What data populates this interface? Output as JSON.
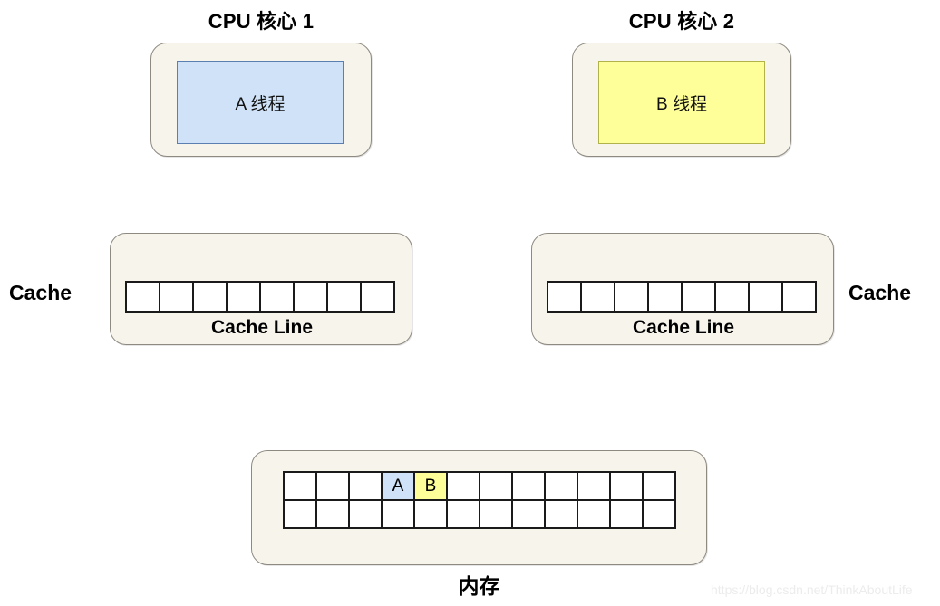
{
  "diagram": {
    "title": "CPU cache false sharing diagram",
    "background": "#ffffff"
  },
  "cores": [
    {
      "title": "CPU 核心 1",
      "thread_label": "A 线程",
      "thread_color": "#cfe2f7",
      "shell_color": "#f7f4ec"
    },
    {
      "title": "CPU 核心 2",
      "thread_label": "B 线程",
      "thread_color": "#ffff99",
      "shell_color": "#f7f4ec"
    }
  ],
  "caches": [
    {
      "side_label": "Cache",
      "line_label": "Cache Line",
      "cell_count": 8,
      "cells": [
        "",
        "",
        "",
        "",
        "",
        "",
        "",
        ""
      ]
    },
    {
      "side_label": "Cache",
      "line_label": "Cache Line",
      "cell_count": 8,
      "cells": [
        "",
        "",
        "",
        "",
        "",
        "",
        "",
        ""
      ]
    }
  ],
  "memory": {
    "label": "内存",
    "columns": 12,
    "rows": 2,
    "grid": [
      [
        "",
        "",
        "",
        "A",
        "B",
        "",
        "",
        "",
        "",
        "",
        "",
        ""
      ],
      [
        "",
        "",
        "",
        "",
        "",
        "",
        "",
        "",
        "",
        "",
        "",
        ""
      ]
    ],
    "highlights": {
      "A": {
        "color": "#cfe2f7",
        "row": 0,
        "col": 3
      },
      "B": {
        "color": "#ffff99",
        "row": 0,
        "col": 4
      }
    }
  },
  "watermark": {
    "text": "https://blog.csdn.net/ThinkAboutLife"
  }
}
